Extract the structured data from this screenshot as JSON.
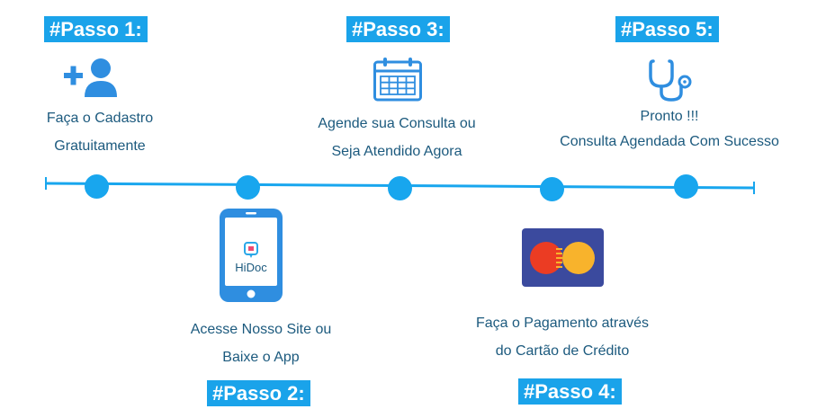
{
  "colors": {
    "accent": "#1aa3ea",
    "text": "#1c5a7e",
    "icon": "#2f8ee0",
    "card": "#3b4a9e",
    "card_red": "#eb3c23",
    "card_yellow": "#f8b32c"
  },
  "steps": [
    {
      "badge": "#Passo 1:",
      "lines": [
        "Faça o Cadastro",
        "Gratuitamente"
      ],
      "icon": "add-user-icon"
    },
    {
      "badge": "#Passo 2:",
      "lines": [
        "Acesse Nosso Site ou",
        "Baixe o App"
      ],
      "icon": "smartphone-icon",
      "app_name": "HiDoc"
    },
    {
      "badge": "#Passo 3:",
      "lines": [
        "Agende sua Consulta ou",
        "Seja Atendido Agora"
      ],
      "icon": "calendar-icon"
    },
    {
      "badge": "#Passo 4:",
      "lines": [
        "Faça o Pagamento através",
        "do Cartão de Crédito"
      ],
      "icon": "credit-card-icon"
    },
    {
      "badge": "#Passo 5:",
      "lines": [
        "Pronto !!!",
        "Consulta Agendada Com Sucesso"
      ],
      "icon": "stethoscope-icon"
    }
  ]
}
